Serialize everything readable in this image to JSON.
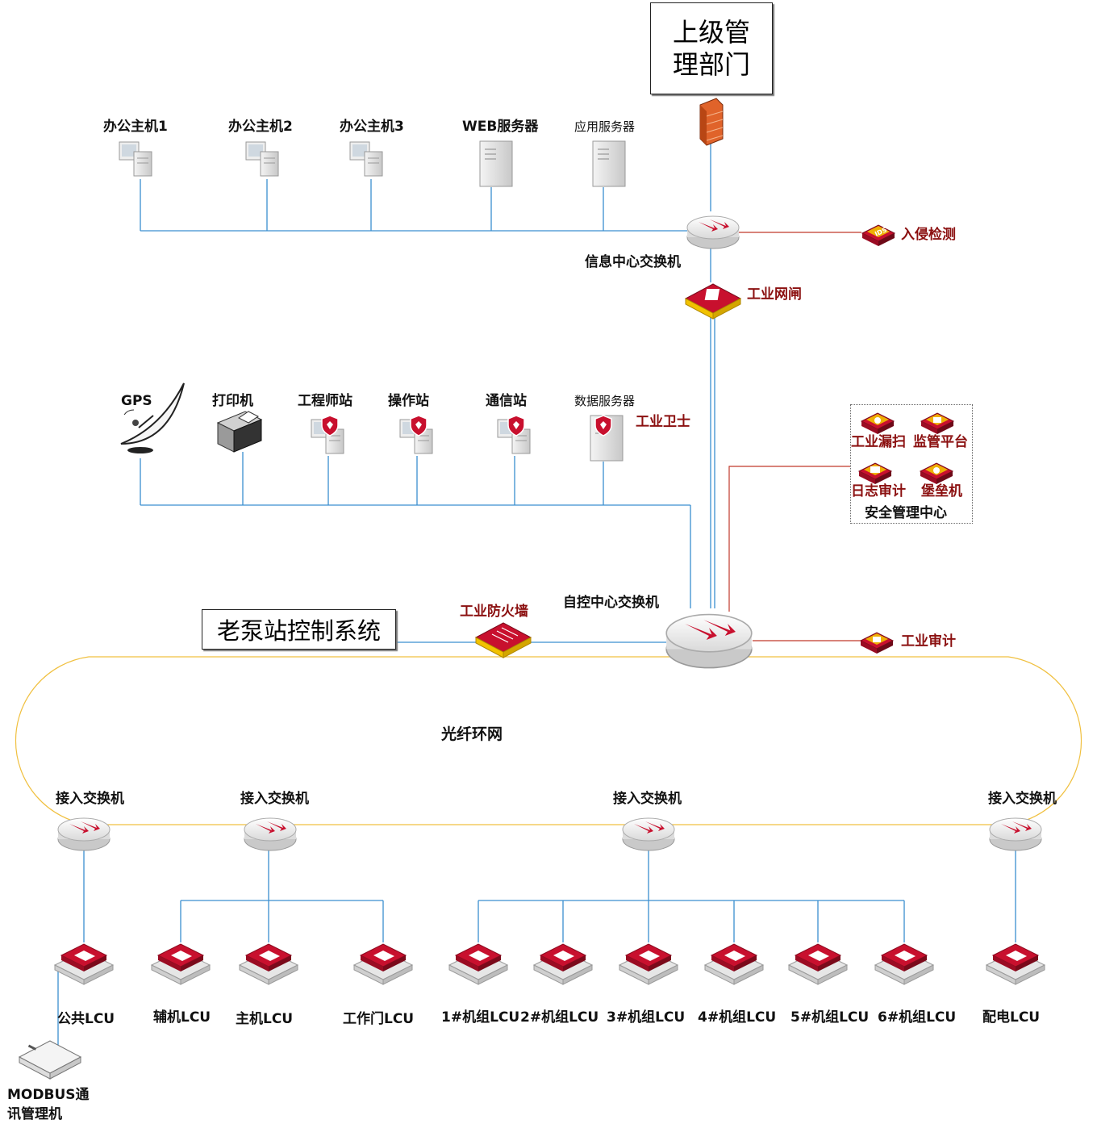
{
  "top_box": {
    "text": "上级管理部门"
  },
  "info_layer": {
    "hosts": [
      "办公主机1",
      "办公主机2",
      "办公主机3"
    ],
    "web_server": "WEB服务器",
    "app_server": "应用服务器",
    "switch": "信息中心交换机",
    "ids": "入侵检测",
    "ids_badge": "IDS",
    "gateway": "工业网闸"
  },
  "control_layer": {
    "gps": "GPS",
    "printer": "打印机",
    "engineer_station": "工程师站",
    "operator_station": "操作站",
    "comm_station": "通信站",
    "data_server": "数据服务器",
    "guard": "工业卫士"
  },
  "security_center": {
    "items": [
      "工业漏扫",
      "监管平台",
      "日志审计",
      "堡垒机"
    ],
    "title": "安全管理中心"
  },
  "core": {
    "switch": "自控中心交换机",
    "firewall": "工业防火墙",
    "audit": "工业审计",
    "old_system": "老泵站控制系统",
    "ring": "光纤环网"
  },
  "access": {
    "switch_label": "接入交换机",
    "lcu": [
      "公共LCU",
      "辅机LCU",
      "主机LCU",
      "工作门LCU",
      "1#机组LCU",
      "2#机组LCU",
      "3#机组LCU",
      "4#机组LCU",
      "5#机组LCU",
      "6#机组LCU",
      "配电LCU"
    ],
    "modbus": "MODBUS通讯管理机"
  },
  "colors": {
    "blue_line": "#3a8fd0",
    "red_line": "#c0392b",
    "ring": "#f0c040",
    "device_red": "#c8102e",
    "label_red": "#8b1010"
  }
}
